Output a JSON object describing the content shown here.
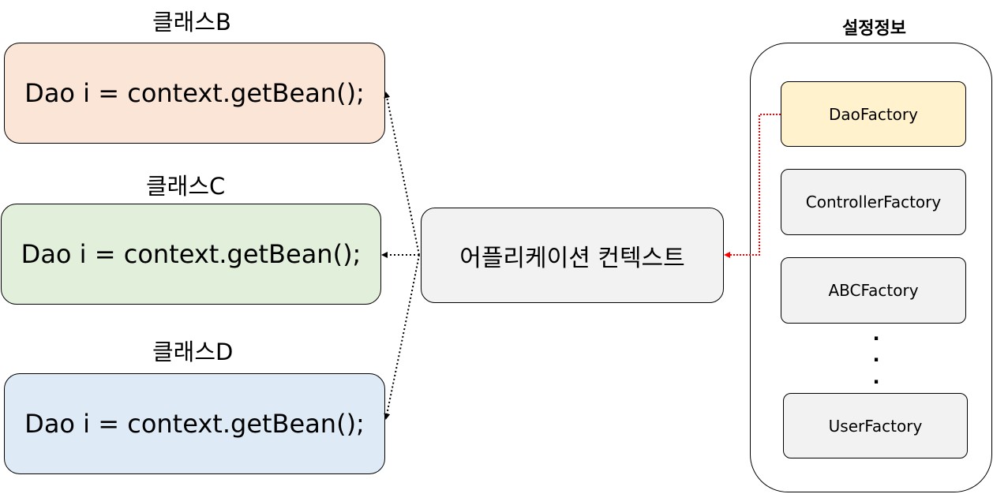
{
  "classes": [
    {
      "label": "클래스B",
      "code": "Dao i = context.getBean();",
      "color": "#fbe5d6"
    },
    {
      "label": "클래스C",
      "code": "Dao i = context.getBean();",
      "color": "#e2efda"
    },
    {
      "label": "클래스D",
      "code": "Dao i = context.getBean();",
      "color": "#deebf7"
    }
  ],
  "context": {
    "label": "어플리케이션 컨텍스트",
    "color": "#f2f2f2"
  },
  "config": {
    "title": "설정정보",
    "factories": [
      {
        "label": "DaoFactory",
        "color": "#fff2cc"
      },
      {
        "label": "ControllerFactory",
        "color": "#f2f2f2"
      },
      {
        "label": "ABCFactory",
        "color": "#f2f2f2"
      },
      {
        "label": "UserFactory",
        "color": "#f2f2f2"
      }
    ],
    "ellipsis": "."
  },
  "colors": {
    "black_arrow": "#000000",
    "red_arrow": "#ff0000"
  }
}
